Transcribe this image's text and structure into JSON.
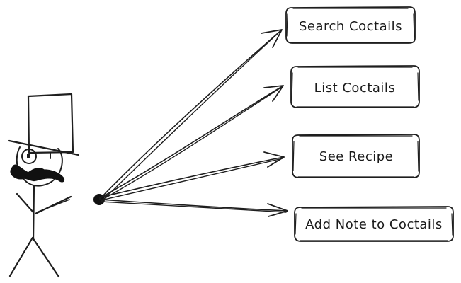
{
  "diagram": {
    "actor": {
      "icon": "stick-figure-with-top-hat-monocle-mustache"
    },
    "hub": {
      "icon": "filled-dot"
    },
    "use_cases": [
      {
        "label": "Search Coctails"
      },
      {
        "label": "List Coctails"
      },
      {
        "label": "See Recipe"
      },
      {
        "label": "Add Note to Coctails"
      }
    ],
    "colors": {
      "stroke": "#1e1e1e",
      "background": "#ffffff"
    }
  }
}
